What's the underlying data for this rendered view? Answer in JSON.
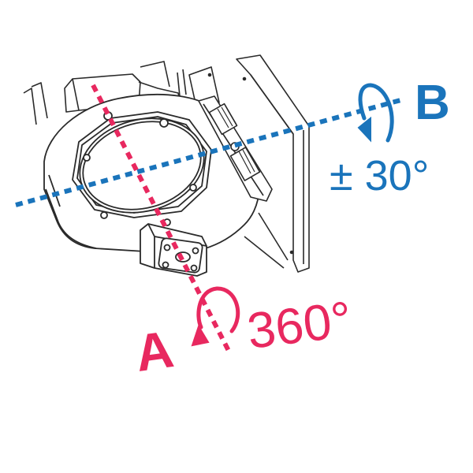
{
  "diagram": {
    "subject": "rotary tilt table mechanism",
    "colors": {
      "axis_a": "#e8285f",
      "axis_b": "#1a74bb",
      "line_art": "#2a2a2a",
      "background": "#ffffff"
    },
    "axes": [
      {
        "id": "A",
        "letter": "A",
        "range": "360°",
        "color": "#e8285f",
        "motion": "rotation"
      },
      {
        "id": "B",
        "letter": "B",
        "range": "± 30°",
        "color": "#1a74bb",
        "motion": "tilt"
      }
    ]
  }
}
